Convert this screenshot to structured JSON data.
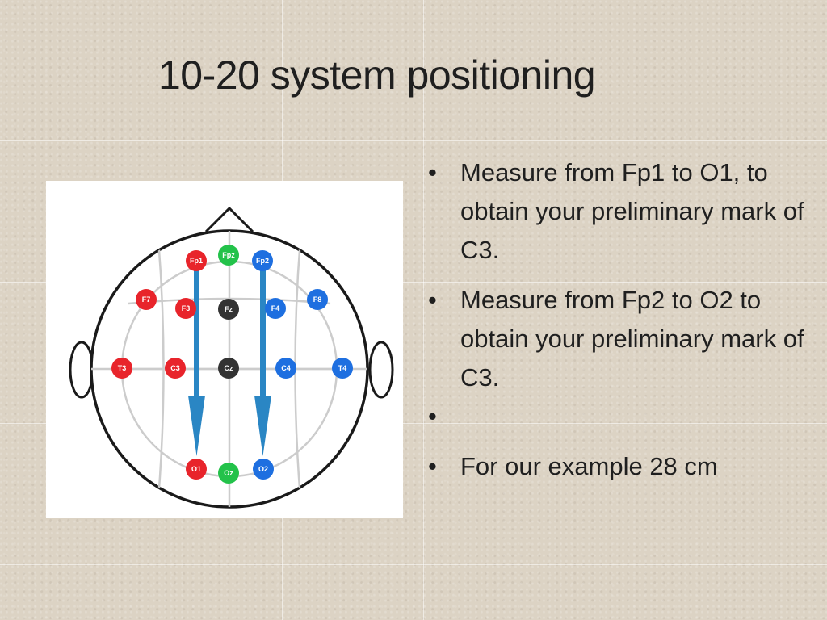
{
  "slide": {
    "title": "10-20 system positioning",
    "bullets": [
      "Measure from Fp1 to O1, to obtain your preliminary mark of C3.",
      "Measure from Fp2 to O2 to obtain your preliminary mark of C3.",
      "",
      "For our example 28 cm"
    ]
  },
  "diagram": {
    "colors": {
      "left_hemisphere": "#e8242b",
      "right_hemisphere": "#1e6fe0",
      "midline_green": "#23c24a",
      "midline_dark": "#333333",
      "arrow": "#2a86c4",
      "head_outline": "#1a1a1a",
      "guide_lines": "#cccccc"
    },
    "electrodes": [
      {
        "id": "fpz",
        "label": "Fpz",
        "group": "midline_green"
      },
      {
        "id": "fp1",
        "label": "Fp1",
        "group": "left_hemisphere"
      },
      {
        "id": "fp2",
        "label": "Fp2",
        "group": "right_hemisphere"
      },
      {
        "id": "f7",
        "label": "F7",
        "group": "left_hemisphere"
      },
      {
        "id": "f3",
        "label": "F3",
        "group": "left_hemisphere"
      },
      {
        "id": "fz",
        "label": "Fz",
        "group": "midline_dark"
      },
      {
        "id": "f4",
        "label": "F4",
        "group": "right_hemisphere"
      },
      {
        "id": "f8",
        "label": "F8",
        "group": "right_hemisphere"
      },
      {
        "id": "t3",
        "label": "T3",
        "group": "left_hemisphere"
      },
      {
        "id": "c3",
        "label": "C3",
        "group": "left_hemisphere"
      },
      {
        "id": "cz",
        "label": "Cz",
        "group": "midline_dark"
      },
      {
        "id": "c4",
        "label": "C4",
        "group": "right_hemisphere"
      },
      {
        "id": "t4",
        "label": "T4",
        "group": "right_hemisphere"
      },
      {
        "id": "o1",
        "label": "O1",
        "group": "left_hemisphere"
      },
      {
        "id": "oz",
        "label": "Oz",
        "group": "midline_green"
      },
      {
        "id": "o2",
        "label": "O2",
        "group": "right_hemisphere"
      }
    ],
    "arrows": [
      {
        "from": "Fp1",
        "to": "O1"
      },
      {
        "from": "Fp2",
        "to": "O2"
      }
    ]
  }
}
